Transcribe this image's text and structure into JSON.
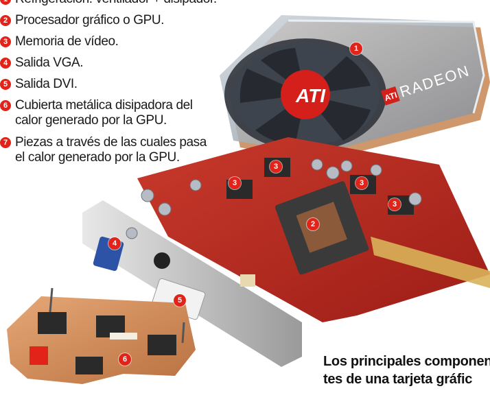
{
  "legend": {
    "items": [
      {
        "num": "1",
        "text": "Refrigeración: ventilador + disipador."
      },
      {
        "num": "2",
        "text": "Procesador gráfico o GPU."
      },
      {
        "num": "3",
        "text": "Memoria de vídeo."
      },
      {
        "num": "4",
        "text": "Salida VGA."
      },
      {
        "num": "5",
        "text": "Salida DVI."
      },
      {
        "num": "6",
        "text": "Cubierta metálica disipadora del\ncalor generado por la GPU."
      },
      {
        "num": "7",
        "text": "Piezas a través de las cuales pasa\nel calor generado por la GPU."
      }
    ]
  },
  "photo": {
    "cooler_brand": "RADEON",
    "cooler_logo": "ATI",
    "callouts": [
      "1",
      "2",
      "3",
      "3",
      "3",
      "3",
      "4",
      "5",
      "6"
    ]
  },
  "caption": {
    "line1": "Los principales componen",
    "line2": "tes de una tarjeta gráfic"
  },
  "colors": {
    "accent": "#e2231a",
    "pcb": "#b8241c",
    "copper": "#d08a55"
  }
}
